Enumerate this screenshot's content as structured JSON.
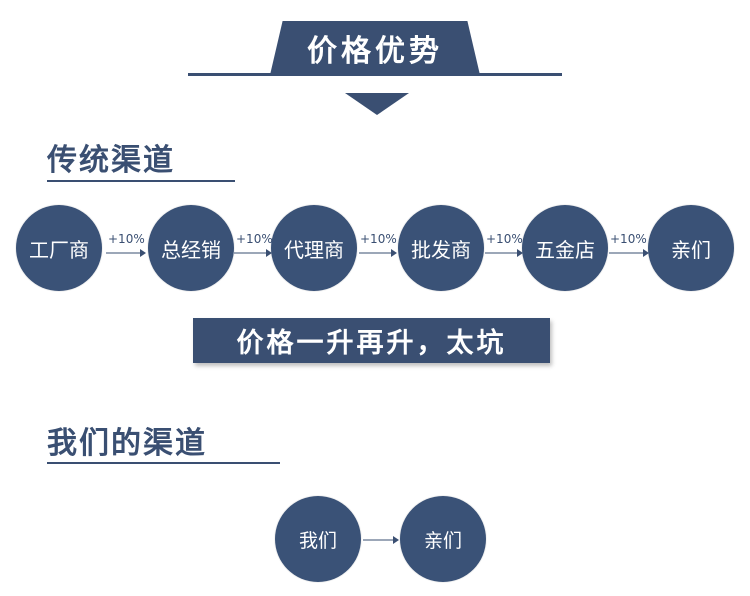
{
  "header": {
    "title": "价格优势"
  },
  "traditional": {
    "title": "传统渠道",
    "nodes": [
      "工厂商",
      "总经销",
      "代理商",
      "批发商",
      "五金店",
      "亲们"
    ],
    "markups": [
      "+10%",
      "+10%",
      "+10%",
      "+10%",
      "+10%"
    ]
  },
  "slogan": "价格一升再升，太坑",
  "ours": {
    "title": "我们的渠道",
    "nodes": [
      "我们",
      "亲们"
    ]
  },
  "colors": {
    "primary": "#3a4f72",
    "background": "#ffffff"
  }
}
